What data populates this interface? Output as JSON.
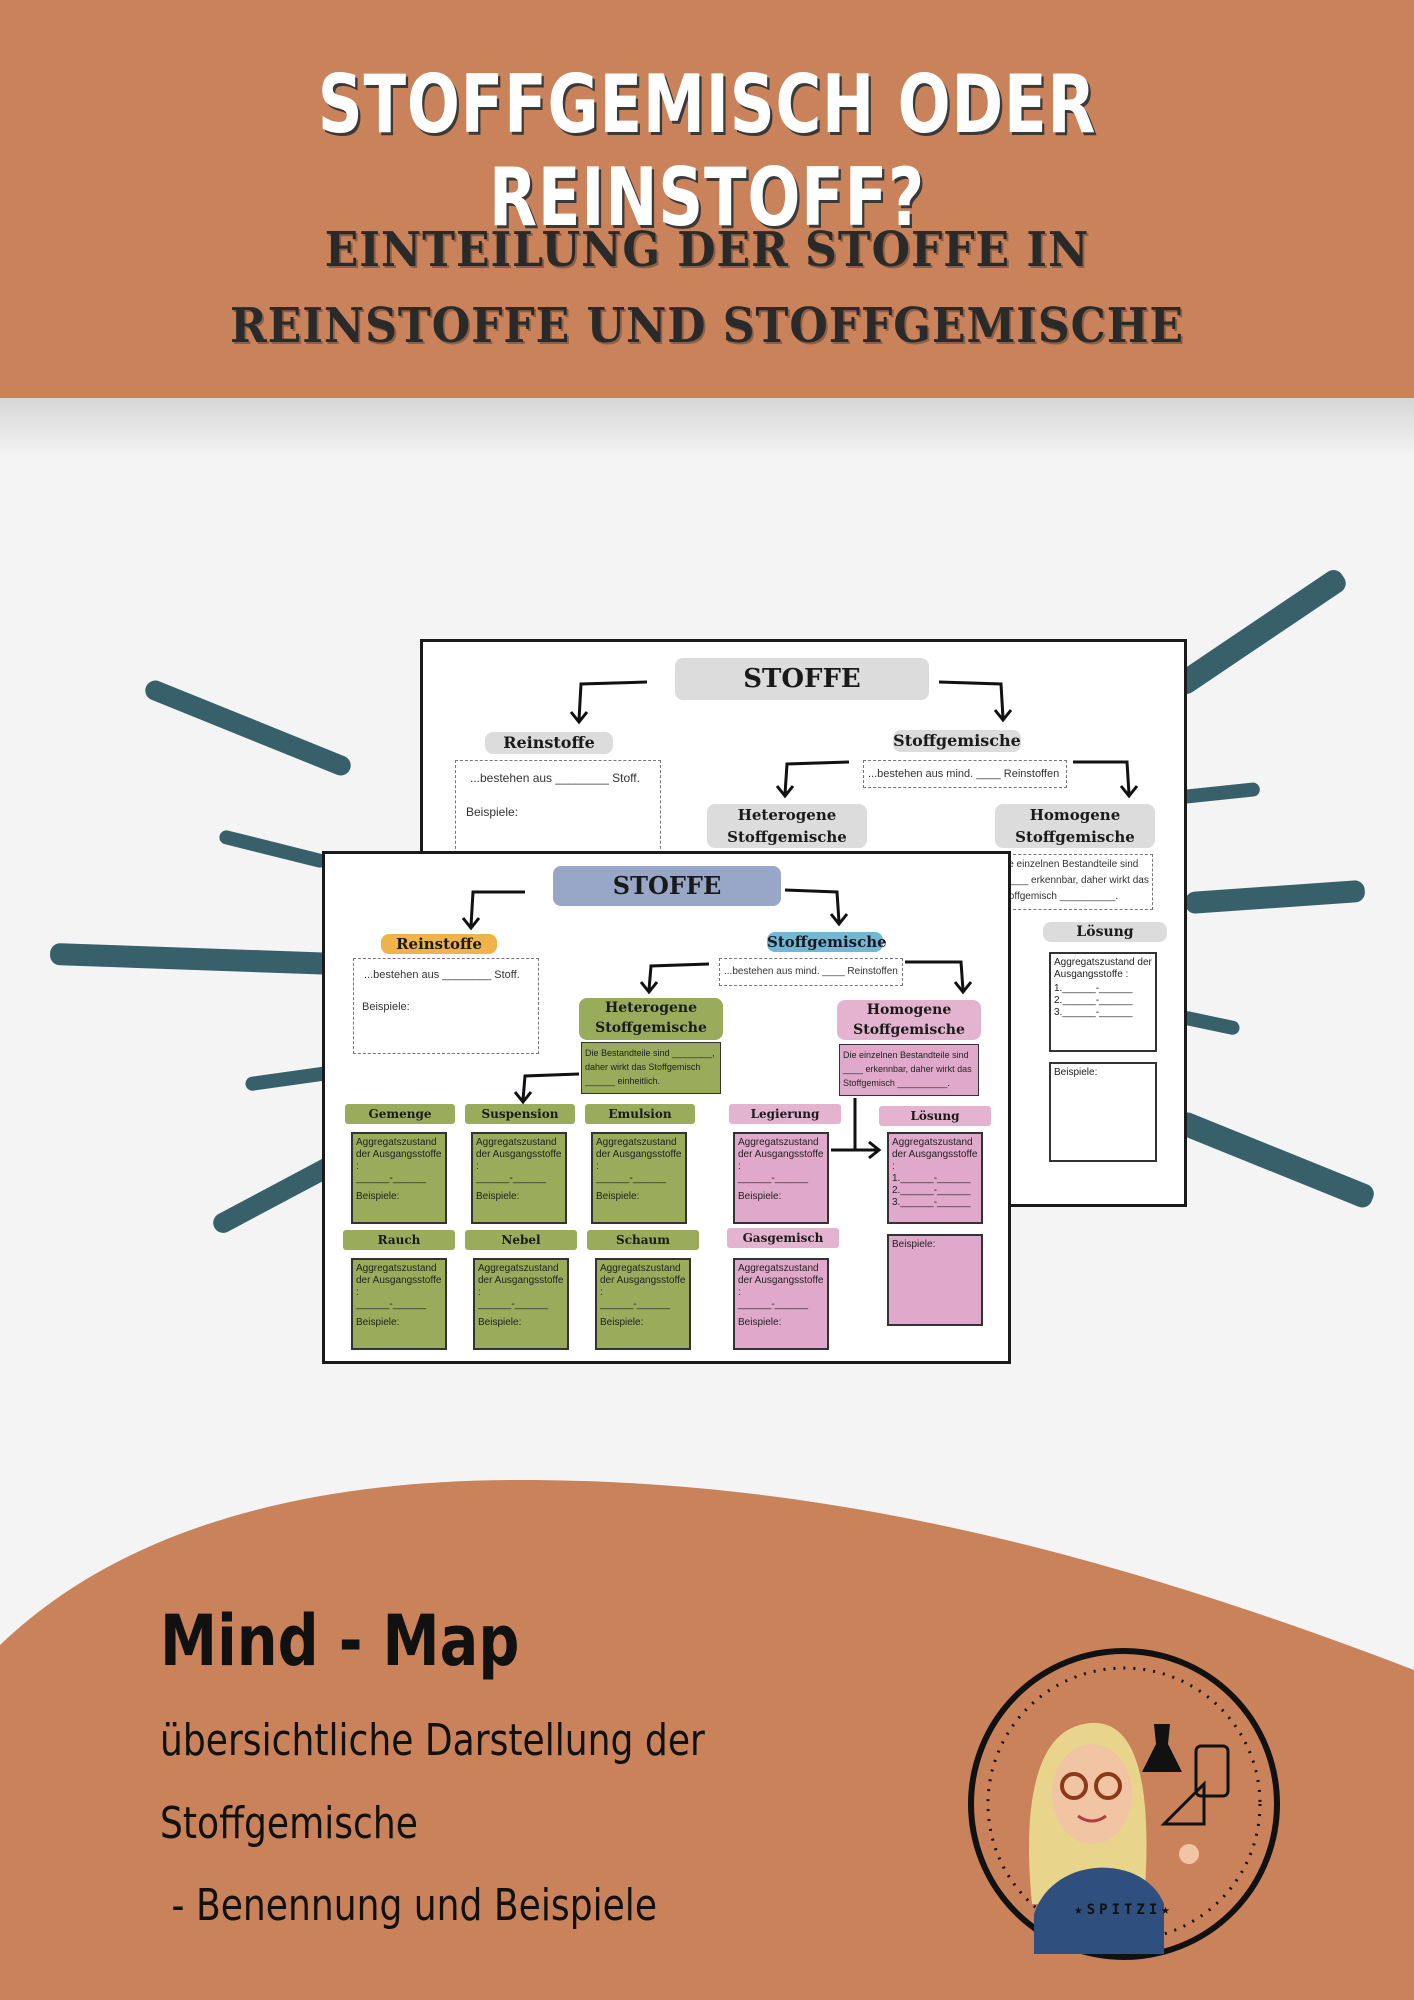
{
  "header": {
    "title": "STOFFGEMISCH ODER REINSTOFF?",
    "subtitle_line1": "EINTEILUNG DER STOFFE IN",
    "subtitle_line2": "REINSTOFFE UND STOFFGEMISCHE"
  },
  "colors": {
    "header_bg": "#c9825a",
    "ray": "#37606a",
    "green": "#9aab5c",
    "pink": "#e0a9cb",
    "blue_title": "#98a6c8",
    "orange": "#f0b34a",
    "cyan": "#74b6d6"
  },
  "back_sheet": {
    "title": "STOFFE",
    "reinstoffe": "Reinstoffe",
    "reinstoffe_text": "...bestehen aus ________ Stoff.",
    "beispiele": "Beispiele:",
    "stoffgemische": "Stoffgemische",
    "stoffgemische_text": "...bestehen aus mind. ____ Reinstoffen",
    "heterogene": "Heterogene Stoffgemische",
    "homogene": "Homogene Stoffgemische",
    "homogene_text": "ie einzelnen Bestandteile sind ____ erkennbar, daher wirkt das toffgemisch __________.",
    "loesung": "Lösung",
    "aggregat": "Aggregatszustand der Ausgangsstoffe :",
    "lines": "1.______-______ 2.______-______ 3.______-______",
    "beispiele2": "Beispiele:"
  },
  "front_sheet": {
    "title": "STOFFE",
    "reinstoffe": "Reinstoffe",
    "reinstoffe_text": "...bestehen aus ________ Stoff.",
    "beispiele": "Beispiele:",
    "stoffgemische": "Stoffgemische",
    "stoffgemische_text": "...bestehen aus mind. ____ Reinstoffen",
    "heterogene": "Heterogene Stoffgemische",
    "heterogene_text": "Die Bestandteile sind ________, daher wirkt das Stoffgemisch ______ einheitlich.",
    "homogene": "Homogene Stoffgemische",
    "homogene_text": "Die einzelnen Bestandteile sind ____ erkennbar, daher wirkt das Stoffgemisch __________.",
    "aggregat": "Aggregatszustand der Ausgangsstoffe :",
    "blank_line": "______-______",
    "beispiele_box": "Beispiele:",
    "loesung_lines": "1.______-______ 2.______-______ 3.______-______",
    "green_labels": [
      "Gemenge",
      "Suspension",
      "Emulsion",
      "Rauch",
      "Nebel",
      "Schaum"
    ],
    "pink_labels": [
      "Legierung",
      "Gasgemisch"
    ],
    "loesung": "Lösung"
  },
  "bottom": {
    "heading": "Mind - Map",
    "line1": "übersichtliche Darstellung der",
    "line2": "Stoffgemische",
    "line3": " - Benennung und Beispiele",
    "logo_text": "★SPITZI★"
  }
}
